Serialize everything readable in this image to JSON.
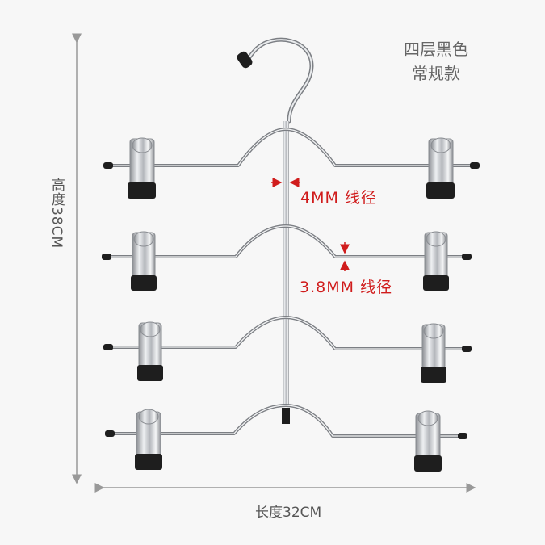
{
  "title_lines": [
    "四层黑色",
    "常规款"
  ],
  "height_label": "高度38CM",
  "length_label": "长度32CM",
  "wire_top_label": "4MM 线径",
  "wire_bar_label": "3.8MM 线径",
  "colors": {
    "accent": "#d01c1c",
    "text": "#555555",
    "clip_pad": "#1e1e1e"
  }
}
